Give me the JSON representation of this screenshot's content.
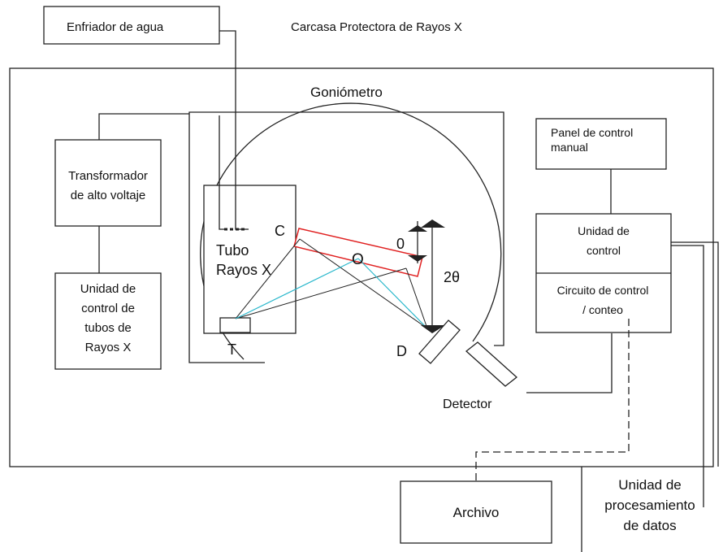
{
  "labels": {
    "enfriador": "Enfriador de agua",
    "carcasa": "Carcasa Protectora de Rayos X",
    "goniometro": "Goniómetro",
    "transformador_1": "Transformador",
    "transformador_2": "de alto voltaje",
    "unidad_tubos_1": "Unidad de",
    "unidad_tubos_2": "control de",
    "unidad_tubos_3": "tubos de",
    "unidad_tubos_4": "Rayos X",
    "tubo_1": "Tubo",
    "tubo_2": "Rayos X",
    "c": "C",
    "o": "O",
    "t": "T",
    "d": "D",
    "theta": "0",
    "two_theta": "2θ",
    "detector": "Detector",
    "panel_1": "Panel de control",
    "panel_2": "manual",
    "unidad_control_1": "Unidad de",
    "unidad_control_2": "control",
    "circuito_1": "Circuito de control",
    "circuito_2": "/ conteo",
    "archivo": "Archivo",
    "procesamiento_1": "Unidad de",
    "procesamiento_2": "procesamiento",
    "procesamiento_3": "de datos"
  },
  "colors": {
    "sample": "#e02020",
    "beam": "#2bb8cc",
    "line": "#222222"
  }
}
